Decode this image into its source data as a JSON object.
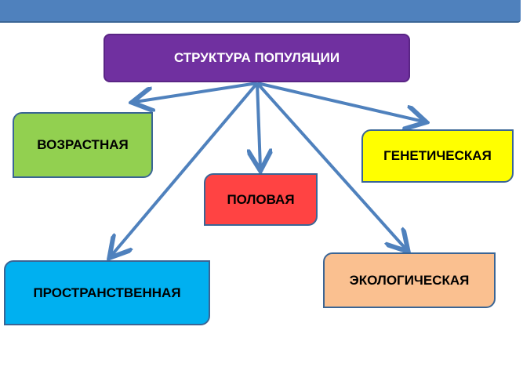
{
  "title": "СТРУКТУРА ПОПУЛЯЦИИ",
  "nodes": {
    "age": "ВОЗРАСТНАЯ",
    "genetic": "ГЕНЕТИЧЕСКАЯ",
    "sex": "ПОЛОВАЯ",
    "spatial": "ПРОСТРАНСТВЕННАЯ",
    "ecological": "ЭКОЛОГИЧЕСКАЯ"
  },
  "colors": {
    "header_bar": "#4f81bd",
    "root": "#7030a0",
    "age": "#92d050",
    "genetic": "#ffff00",
    "sex": "#ff4343",
    "spatial": "#00b0f0",
    "ecological": "#fac090",
    "arrow": "#4f81bd"
  }
}
